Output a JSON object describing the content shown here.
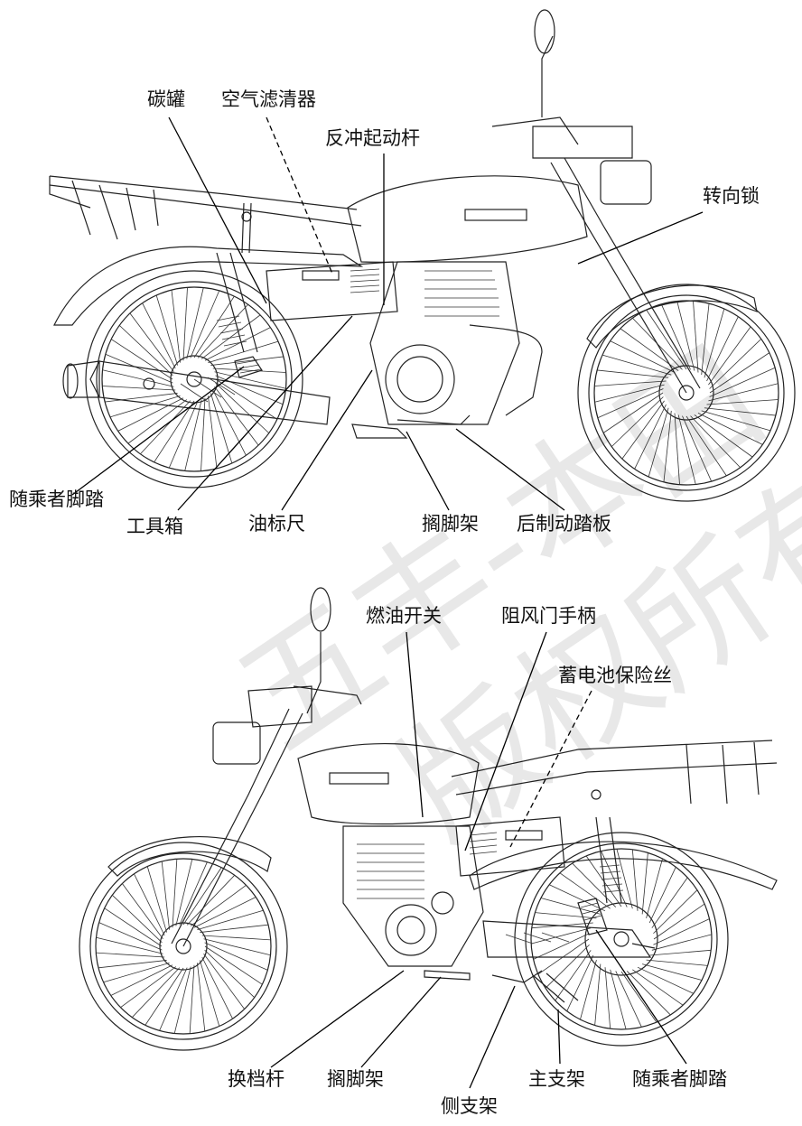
{
  "watermark": {
    "line1": "五丰-本田",
    "line2": "版权所有"
  },
  "top_labels": {
    "carbon_canister": "碳罐",
    "air_filter": "空气滤清器",
    "kick_starter": "反冲起动杆",
    "steering_lock": "转向锁",
    "passenger_footrest": "随乘者脚踏",
    "tool_box": "工具箱",
    "oil_dipstick": "油标尺",
    "footrest": "搁脚架",
    "rear_brake_pedal": "后制动踏板"
  },
  "bottom_labels": {
    "fuel_valve": "燃油开关",
    "choke_lever": "阻风门手柄",
    "battery_fuse": "蓄电池保险丝",
    "gear_shift": "换档杆",
    "footrest": "搁脚架",
    "side_stand": "侧支架",
    "main_stand": "主支架",
    "passenger_footrest": "随乘者脚踏"
  }
}
